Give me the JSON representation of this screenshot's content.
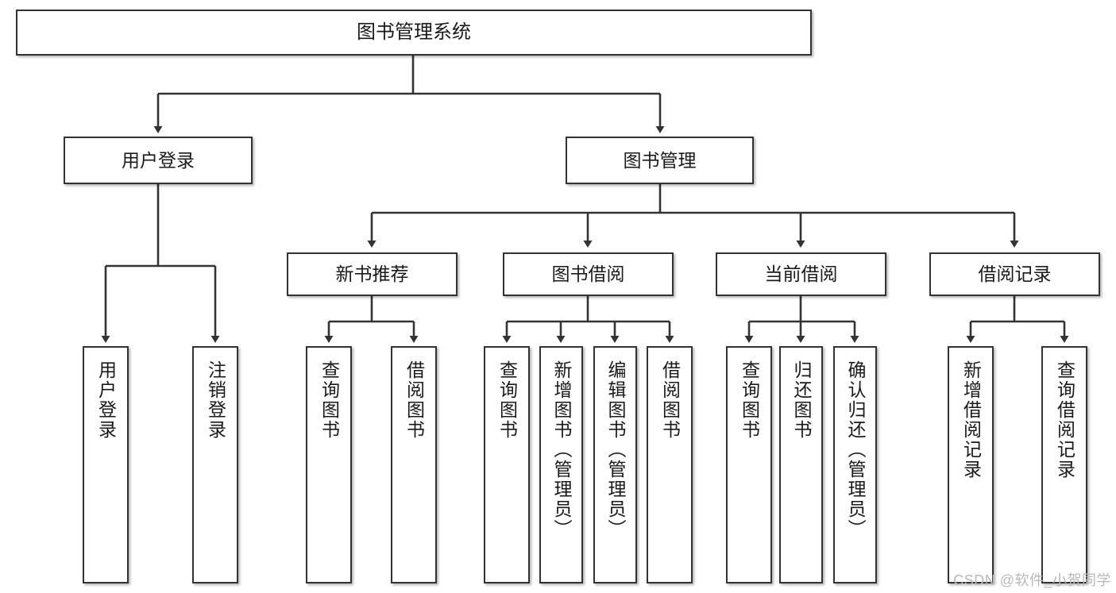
{
  "diagram": {
    "type": "tree-hierarchy",
    "title": "图书管理系统",
    "colors": {
      "stroke": "#333333",
      "box_fill": "#ffffff",
      "text": "#1a1a1a",
      "watermark": "#b8b8b8",
      "background": "#ffffff"
    },
    "nodes": {
      "root": {
        "label": "图书管理系统"
      },
      "level1": [
        {
          "label": "用户登录"
        },
        {
          "label": "图书管理"
        }
      ],
      "level2": [
        {
          "label": "新书推荐"
        },
        {
          "label": "图书借阅"
        },
        {
          "label": "当前借阅"
        },
        {
          "label": "借阅记录"
        }
      ],
      "leaves_user_login": [
        {
          "label": "用户登录"
        },
        {
          "label": "注销登录"
        }
      ],
      "leaves_new_book": [
        {
          "label": "查询图书"
        },
        {
          "label": "借阅图书"
        }
      ],
      "leaves_borrow": [
        {
          "label": "查询图书"
        },
        {
          "label": "新增图书（管理员）"
        },
        {
          "label": "编辑图书（管理员）"
        },
        {
          "label": "借阅图书"
        }
      ],
      "leaves_current": [
        {
          "label": "查询图书"
        },
        {
          "label": "归还图书"
        },
        {
          "label": "确认归还（管理员）"
        }
      ],
      "leaves_record": [
        {
          "label": "新增借阅记录"
        },
        {
          "label": "查询借阅记录"
        }
      ]
    },
    "edges": [
      {
        "from": "图书管理系统",
        "to": "用户登录"
      },
      {
        "from": "图书管理系统",
        "to": "图书管理"
      },
      {
        "from": "用户登录",
        "to": "用户登录"
      },
      {
        "from": "用户登录",
        "to": "注销登录"
      },
      {
        "from": "图书管理",
        "to": "新书推荐"
      },
      {
        "from": "图书管理",
        "to": "图书借阅"
      },
      {
        "from": "图书管理",
        "to": "当前借阅"
      },
      {
        "from": "图书管理",
        "to": "借阅记录"
      },
      {
        "from": "新书推荐",
        "to": "查询图书"
      },
      {
        "from": "新书推荐",
        "to": "借阅图书"
      },
      {
        "from": "图书借阅",
        "to": "查询图书"
      },
      {
        "from": "图书借阅",
        "to": "新增图书（管理员）"
      },
      {
        "from": "图书借阅",
        "to": "编辑图书（管理员）"
      },
      {
        "from": "图书借阅",
        "to": "借阅图书"
      },
      {
        "from": "当前借阅",
        "to": "查询图书"
      },
      {
        "from": "当前借阅",
        "to": "归还图书"
      },
      {
        "from": "当前借阅",
        "to": "确认归还（管理员）"
      },
      {
        "from": "借阅记录",
        "to": "新增借阅记录"
      },
      {
        "from": "借阅记录",
        "to": "查询借阅记录"
      }
    ],
    "watermark": "CSDN @软件_小贺同学"
  }
}
